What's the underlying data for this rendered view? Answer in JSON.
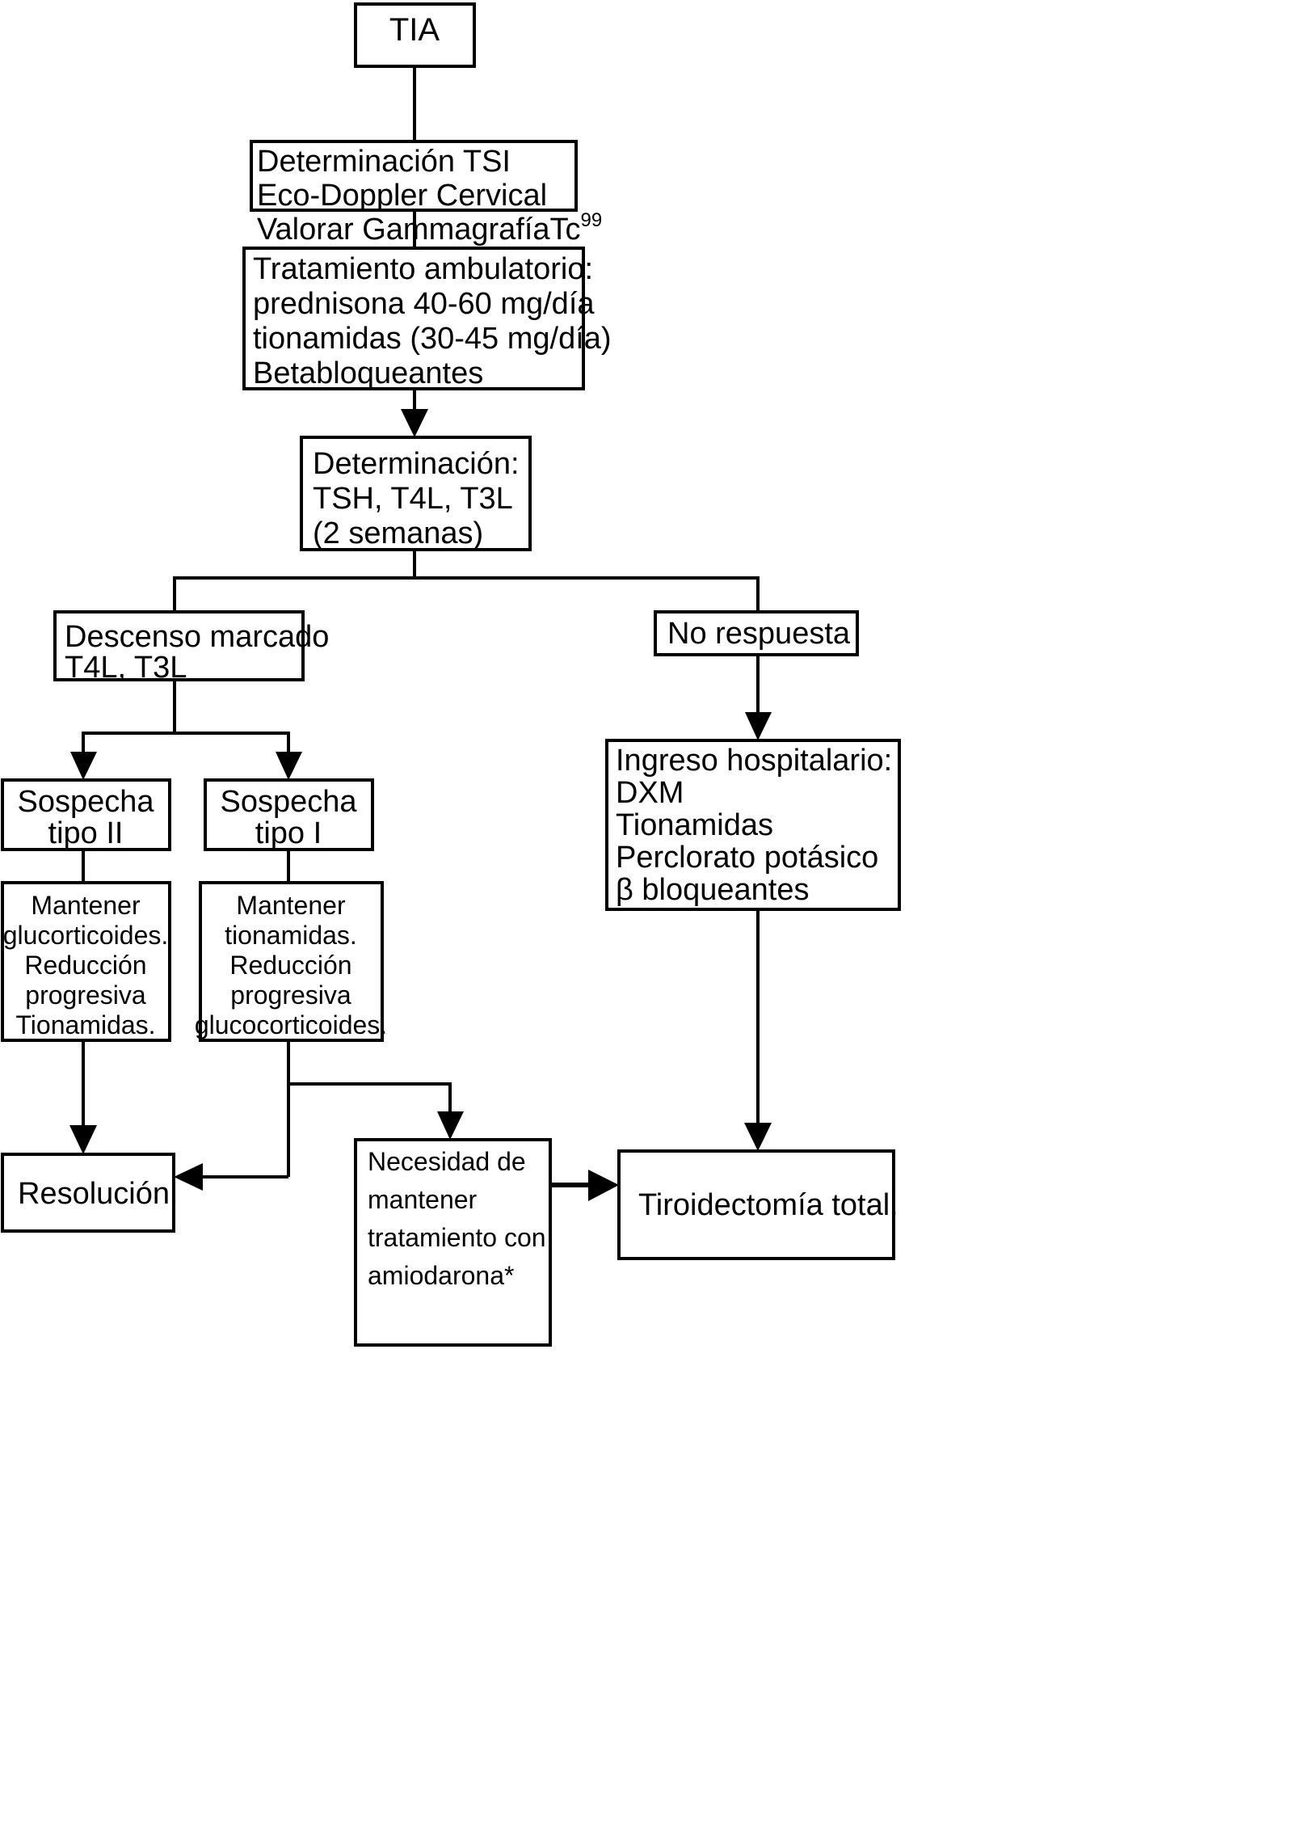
{
  "diagram": {
    "title": "Algoritmo de manejo de la tirotoxicosis inducida por amiodarona (TIA)",
    "language": "es",
    "colors": {
      "background": "#ffffff",
      "stroke": "#000000",
      "text": "#000000",
      "box_fill": "#ffffff"
    },
    "nodes": [
      {
        "id": "tia",
        "lines": [
          "TIA"
        ]
      },
      {
        "id": "determinacion-tsi",
        "lines": [
          "Determinación TSI",
          "Eco-Doppler Cervical",
          "Valorar GammagrafíaTc"
        ],
        "superscript": "99"
      },
      {
        "id": "tratamiento-ambulatorio",
        "lines": [
          "Tratamiento ambulatorio:",
          "prednisona 40-60 mg/día",
          "tionamidas (30-45 mg/día)",
          "Betabloqueantes"
        ]
      },
      {
        "id": "determinacion-hormonas",
        "lines": [
          "Determinación:",
          "TSH, T4L, T3L",
          "(2 semanas)"
        ]
      },
      {
        "id": "descenso-marcado",
        "lines": [
          "Descenso marcado",
          "T4L, T3L"
        ]
      },
      {
        "id": "no-respuesta",
        "lines": [
          "No respuesta"
        ]
      },
      {
        "id": "sospecha-tipo-ii",
        "lines": [
          "Sospecha",
          "tipo II"
        ]
      },
      {
        "id": "sospecha-tipo-i",
        "lines": [
          "Sospecha",
          "tipo I"
        ]
      },
      {
        "id": "ingreso-hospitalario",
        "lines": [
          "Ingreso hospitalario:",
          "DXM",
          "Tionamidas",
          "Perclorato potásico",
          "β bloqueantes"
        ]
      },
      {
        "id": "mantener-glucocorticoides",
        "lines": [
          "Mantener",
          "glucorticoides.",
          "Reducción",
          "progresiva",
          "Tionamidas."
        ]
      },
      {
        "id": "mantener-tionamidas",
        "lines": [
          "Mantener",
          "tionamidas.",
          "Reducción",
          "progresiva",
          "glucocorticoides."
        ]
      },
      {
        "id": "resolucion",
        "lines": [
          "Resolución."
        ]
      },
      {
        "id": "necesidad-amiodarona",
        "lines": [
          "Necesidad de",
          "mantener",
          "tratamiento con",
          "amiodarona*"
        ]
      },
      {
        "id": "tiroidectomia",
        "lines": [
          "Tiroidectomía total."
        ]
      }
    ],
    "edges": [
      {
        "from": "tia",
        "to": "determinacion-tsi",
        "arrow": false
      },
      {
        "from": "determinacion-tsi",
        "to": "tratamiento-ambulatorio",
        "arrow": false
      },
      {
        "from": "tratamiento-ambulatorio",
        "to": "determinacion-hormonas",
        "arrow": true
      },
      {
        "from": "determinacion-hormonas",
        "to": "descenso-marcado",
        "arrow": false
      },
      {
        "from": "determinacion-hormonas",
        "to": "no-respuesta",
        "arrow": false
      },
      {
        "from": "descenso-marcado",
        "to": "sospecha-tipo-ii",
        "arrow": true
      },
      {
        "from": "descenso-marcado",
        "to": "sospecha-tipo-i",
        "arrow": true
      },
      {
        "from": "no-respuesta",
        "to": "ingreso-hospitalario",
        "arrow": true
      },
      {
        "from": "sospecha-tipo-ii",
        "to": "mantener-glucocorticoides",
        "arrow": false
      },
      {
        "from": "sospecha-tipo-i",
        "to": "mantener-tionamidas",
        "arrow": false
      },
      {
        "from": "mantener-glucocorticoides",
        "to": "resolucion",
        "arrow": true
      },
      {
        "from": "mantener-tionamidas",
        "to": "resolucion",
        "arrow": true
      },
      {
        "from": "mantener-tionamidas",
        "to": "necesidad-amiodarona",
        "arrow": true
      },
      {
        "from": "ingreso-hospitalario",
        "to": "tiroidectomia",
        "arrow": true
      },
      {
        "from": "necesidad-amiodarona",
        "to": "tiroidectomia",
        "arrow": true
      }
    ]
  }
}
